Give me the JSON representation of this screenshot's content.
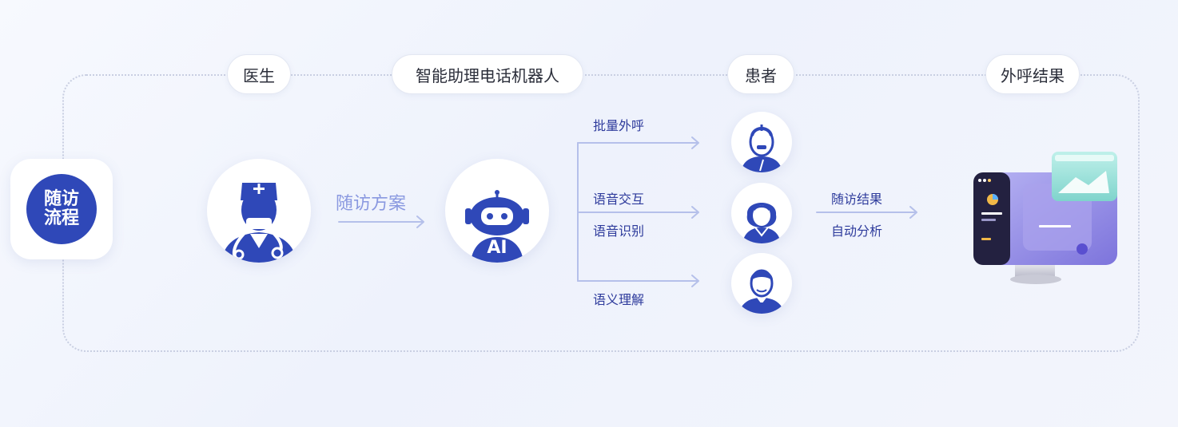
{
  "start": {
    "label": "随访流程"
  },
  "headers": {
    "doctor": "医生",
    "robot": "智能助理电话机器人",
    "patient": "患者",
    "result": "外呼结果"
  },
  "labels": {
    "plan": "随访方案",
    "batch_call": "批量外呼",
    "voice_interaction": "语音交互",
    "speech_recognition": "语音识别",
    "semantic_understanding": "语义理解",
    "followup_result": "随访结果",
    "auto_analysis": "自动分析"
  },
  "robot_chest_text": "AI",
  "colors": {
    "primary": "#2f48b8",
    "label_text": "#2e3b9c",
    "arrow": "#b5c0ea",
    "dotted_border": "#c9cfe2"
  },
  "icons": {
    "doctor": "doctor-icon",
    "robot": "robot-icon",
    "patient_elder": "elderly-patient-icon",
    "patient_female": "female-patient-icon",
    "patient_male": "male-patient-icon",
    "result": "monitor-chart-icon"
  }
}
